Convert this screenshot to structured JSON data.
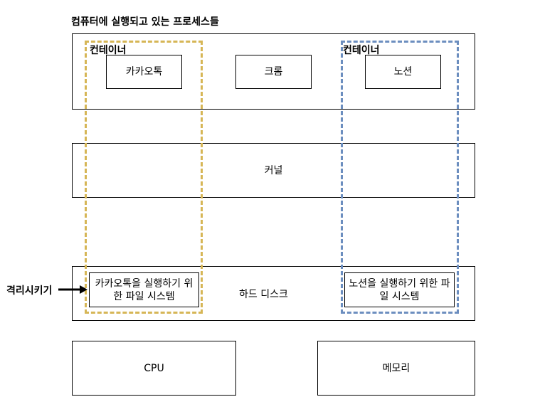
{
  "diagram": {
    "title": "컴퓨터에 실행되고 있는 프로세스들",
    "process_layer": {
      "container_left_label": "컨테이너",
      "container_right_label": "컨테이너",
      "processes": [
        "카카오톡",
        "크롬",
        "노션"
      ]
    },
    "kernel_label": "커널",
    "disk_layer": {
      "label": "하드 디스크",
      "left_fs": "카카오톡을 실행하기 위한 파일 시스템",
      "right_fs": "노션을 실행하기 위한 파일 시스템"
    },
    "isolate_label": "격리시키기",
    "hardware": [
      "CPU",
      "메모리"
    ],
    "colors": {
      "container_left": "#d6b656",
      "container_right": "#6c8ebf",
      "stroke": "#000000"
    }
  }
}
